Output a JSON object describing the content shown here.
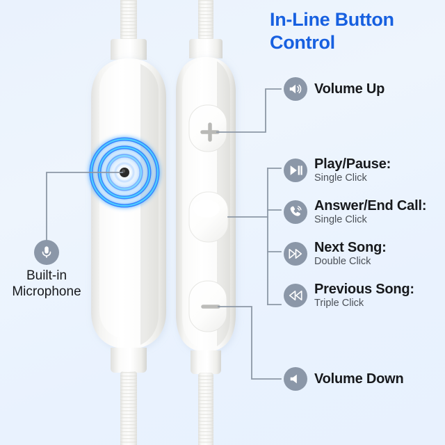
{
  "header": {
    "title_line1": "In-Line Button",
    "title_line2": "Control",
    "title_color": "#1760e0"
  },
  "theme": {
    "background_top": "#eaf2fd",
    "background_bottom": "#e8f1fe",
    "icon_circle": "#8b97a8",
    "icon_glyph": "#ffffff",
    "leader_line": "#8d98a6",
    "label_text": "#17191c",
    "sublabel_text": "#4b5057",
    "remote_white": "#fbfbfb",
    "pulse_blue": "#2f7bff",
    "pulse_cyan": "#35c8f5"
  },
  "callouts": [
    {
      "id": "volume-up",
      "icon": "speaker-up-icon",
      "label": "Volume Up",
      "sublabel": ""
    },
    {
      "id": "play-pause",
      "icon": "play-pause-icon",
      "label": "Play/Pause:",
      "sublabel": "Single Click"
    },
    {
      "id": "answer-call",
      "icon": "phone-call-icon",
      "label": "Answer/End Call:",
      "sublabel": "Single Click"
    },
    {
      "id": "next-song",
      "icon": "fast-forward-icon",
      "label": "Next Song:",
      "sublabel": "Double Click"
    },
    {
      "id": "prev-song",
      "icon": "rewind-icon",
      "label": "Previous Song:",
      "sublabel": "Triple Click"
    },
    {
      "id": "volume-down",
      "icon": "speaker-down-icon",
      "label": "Volume Down",
      "sublabel": ""
    }
  ],
  "microphone": {
    "icon": "microphone-icon",
    "label_line1": "Built-in",
    "label_line2": "Microphone"
  },
  "remote_right": {
    "buttons": [
      {
        "id": "volume-up-button",
        "glyph": "+"
      },
      {
        "id": "multifunction-button",
        "glyph": ""
      },
      {
        "id": "volume-down-button",
        "glyph": "−"
      }
    ]
  },
  "remote_left": {
    "mic_port": "microphone-port"
  }
}
